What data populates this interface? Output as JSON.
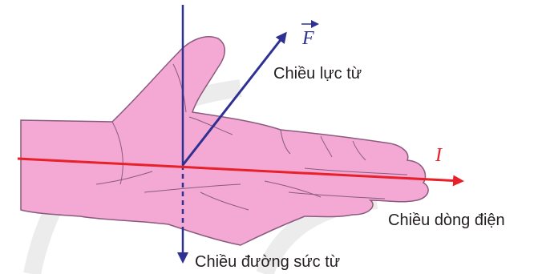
{
  "diagram": {
    "force_symbol": "F",
    "force_label": "Chiều lực từ",
    "current_symbol": "I",
    "current_label": "Chiều dòng điện",
    "field_label": "Chiều đường sức từ"
  },
  "colors": {
    "hand_fill": "#f3a9d3",
    "hand_outline": "#8a5b7e",
    "field_arrow": "#2e3192",
    "force_arrow": "#2e3192",
    "current_arrow": "#e8202a",
    "label_text": "#231f20",
    "background_arcs": "#ececec"
  }
}
